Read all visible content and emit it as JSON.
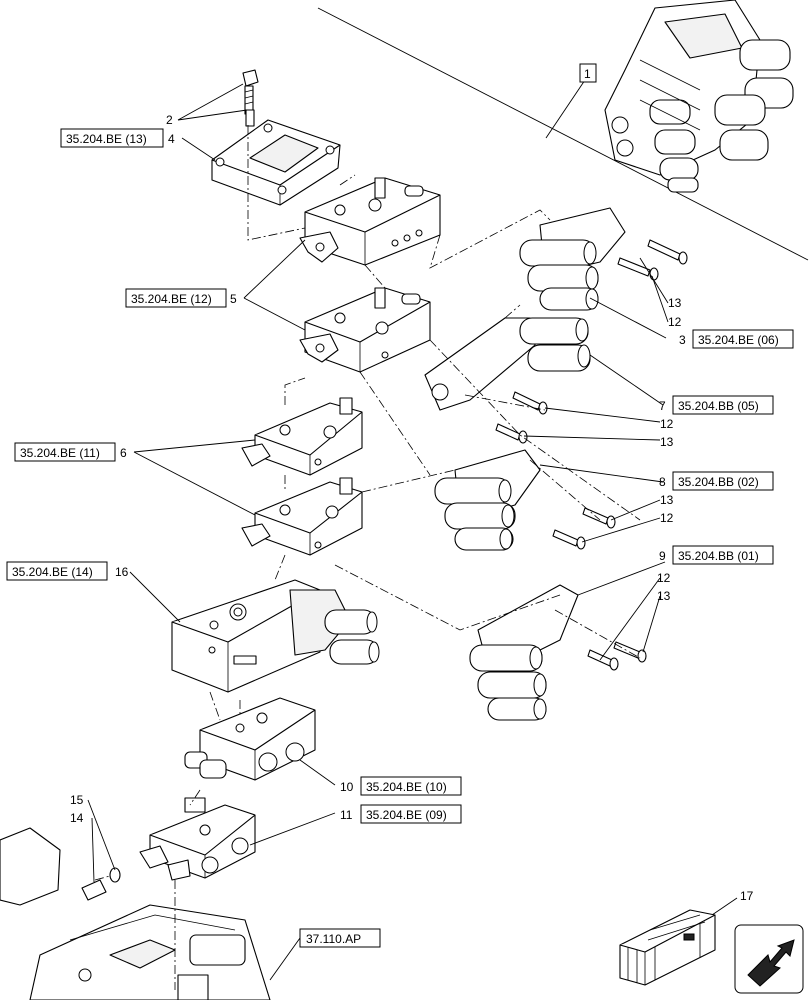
{
  "callouts": [
    {
      "id": "c1",
      "text": "1"
    },
    {
      "id": "c2",
      "text": "2"
    },
    {
      "id": "c3",
      "text": "3"
    },
    {
      "id": "c4",
      "text": "4"
    },
    {
      "id": "c5",
      "text": "5"
    },
    {
      "id": "c6",
      "text": "6"
    },
    {
      "id": "c7",
      "text": "7"
    },
    {
      "id": "c8",
      "text": "8"
    },
    {
      "id": "c9",
      "text": "9"
    },
    {
      "id": "c10",
      "text": "10"
    },
    {
      "id": "c11",
      "text": "11"
    },
    {
      "id": "c12a",
      "text": "12"
    },
    {
      "id": "c12b",
      "text": "12"
    },
    {
      "id": "c12c",
      "text": "12"
    },
    {
      "id": "c12d",
      "text": "12"
    },
    {
      "id": "c13a",
      "text": "13"
    },
    {
      "id": "c13b",
      "text": "13"
    },
    {
      "id": "c13c",
      "text": "13"
    },
    {
      "id": "c13d",
      "text": "13"
    },
    {
      "id": "c14",
      "text": "14"
    },
    {
      "id": "c15",
      "text": "15"
    },
    {
      "id": "c16",
      "text": "16"
    },
    {
      "id": "c17",
      "text": "17"
    }
  ],
  "references": [
    {
      "id": "r13",
      "text": "35.204.BE (13)"
    },
    {
      "id": "r12",
      "text": "35.204.BE (12)"
    },
    {
      "id": "r06",
      "text": "35.204.BE (06)"
    },
    {
      "id": "r05",
      "text": "35.204.BB (05)"
    },
    {
      "id": "r11",
      "text": "35.204.BE (11)"
    },
    {
      "id": "r02",
      "text": "35.204.BB (02)"
    },
    {
      "id": "r01",
      "text": "35.204.BB (01)"
    },
    {
      "id": "r14",
      "text": "35.204.BE (14)"
    },
    {
      "id": "r10",
      "text": "35.204.BE (10)"
    },
    {
      "id": "r09",
      "text": "35.204.BE (09)"
    },
    {
      "id": "r37",
      "text": "37.110.AP"
    }
  ],
  "icons": {
    "nav": "next-page-arrow-icon",
    "kit": "kit-crate-icon"
  }
}
